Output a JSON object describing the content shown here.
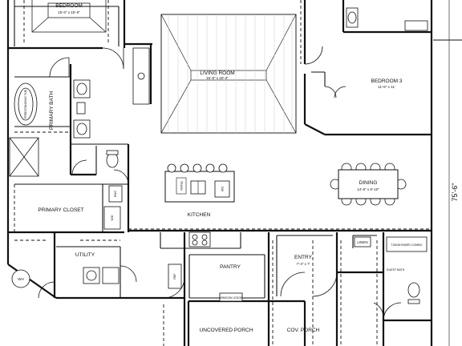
{
  "rooms": {
    "bedroom_top": {
      "name": "BEDROOM",
      "dims": "15'-0\" x 15'-0\""
    },
    "living_room": {
      "name": "LIVING ROOM",
      "dims": "15'-8\" x 20'-2\""
    },
    "bedroom_3": {
      "name": "BEDROOM 3",
      "dims": "11'-8\" x 11'"
    },
    "primary_bath": {
      "name": "PRIMARY BATH"
    },
    "primary_closet": {
      "name": "PRIMARY CLOSET"
    },
    "kitchen": {
      "name": "KITCHEN"
    },
    "dining": {
      "name": "DINING",
      "dims": "14'-8\" x 8'-10\""
    },
    "utility": {
      "name": "UTILITY"
    },
    "pantry": {
      "name": "PANTRY"
    },
    "entry": {
      "name": "ENTRY",
      "dims": "7'-4\" x 7'"
    },
    "linen": {
      "name": "LINEN"
    },
    "guest_bath": {
      "name": "GUEST BATH"
    },
    "uncovered_porch": {
      "name": "UNCOVERED PORCH"
    },
    "cov_porch": {
      "name": "COV. PORCH"
    }
  },
  "fixtures": {
    "freestanding_tub": "FREESTANDING TUB",
    "dishwasher": "DW",
    "trash": "TRASH",
    "range": "RNG",
    "water_heater": "WH",
    "tub_shower": "TUB/SHOWER COMBO",
    "window_ledge": "WINDOW LEDGE",
    "washer_dryer": "W/D",
    "fridge": "REF"
  },
  "dimensions": {
    "overall_depth": "75'-6\""
  }
}
